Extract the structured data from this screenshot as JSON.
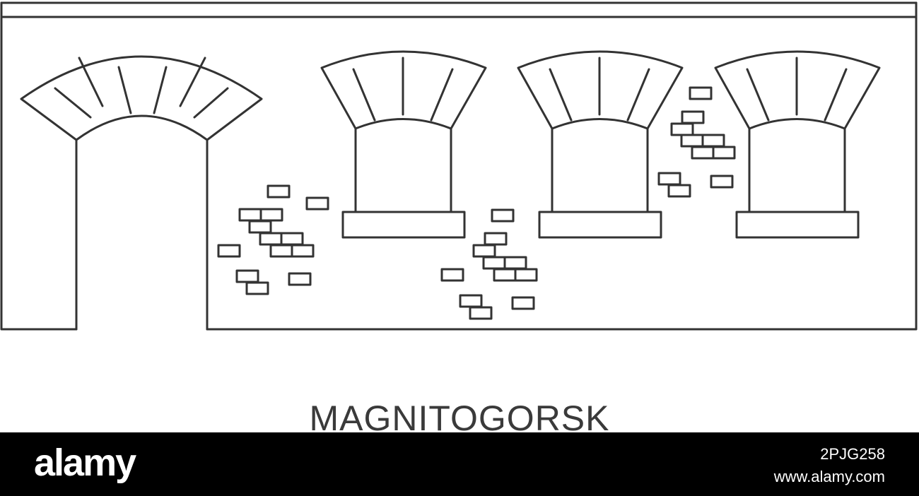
{
  "caption": {
    "city_name": "MAGNITOGORSK"
  },
  "footer": {
    "logo_text": "alamy",
    "image_id": "2PJG258",
    "site": "www.alamy.com"
  },
  "colors": {
    "line": "#333333",
    "caption_text": "#3a3a3a",
    "footer_background": "#000000",
    "footer_text": "#ffffff"
  },
  "illustration": {
    "subject": "line drawing of brick wall with arched doorway and three arched windows",
    "window_count": 3,
    "doorway_count": 1
  }
}
